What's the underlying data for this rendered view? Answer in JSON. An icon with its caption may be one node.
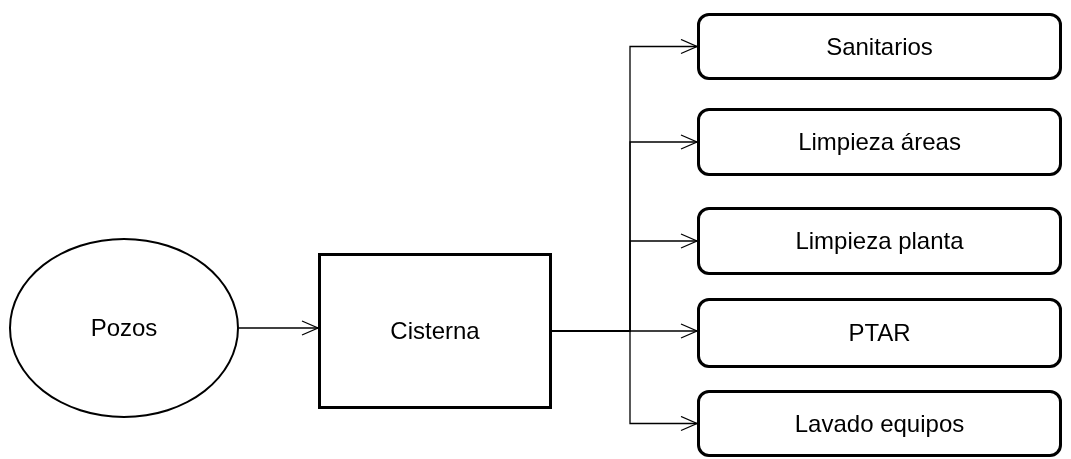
{
  "diagram": {
    "nodes": [
      {
        "text": [
          "Pozos"
        ]
      },
      {
        "text": [
          "Cisterna"
        ]
      },
      {
        "text": [
          "Sanitarios"
        ]
      },
      {
        "text": [
          "Limpieza áreas"
        ]
      },
      {
        "text": [
          "Limpieza planta"
        ]
      },
      {
        "text": [
          "PTAR"
        ]
      },
      {
        "text": [
          "Lavado equipos"
        ]
      }
    ],
    "edges": [
      {
        "from": 0,
        "to": 1,
        "arrow": "to"
      },
      {
        "from": 1,
        "to": 2,
        "arrow": "to"
      },
      {
        "from": 1,
        "to": 3,
        "arrow": "to"
      },
      {
        "from": 1,
        "to": 4,
        "arrow": "to"
      },
      {
        "from": 1,
        "to": 5,
        "arrow": "to"
      },
      {
        "from": 1,
        "to": 6,
        "arrow": "to"
      }
    ]
  }
}
